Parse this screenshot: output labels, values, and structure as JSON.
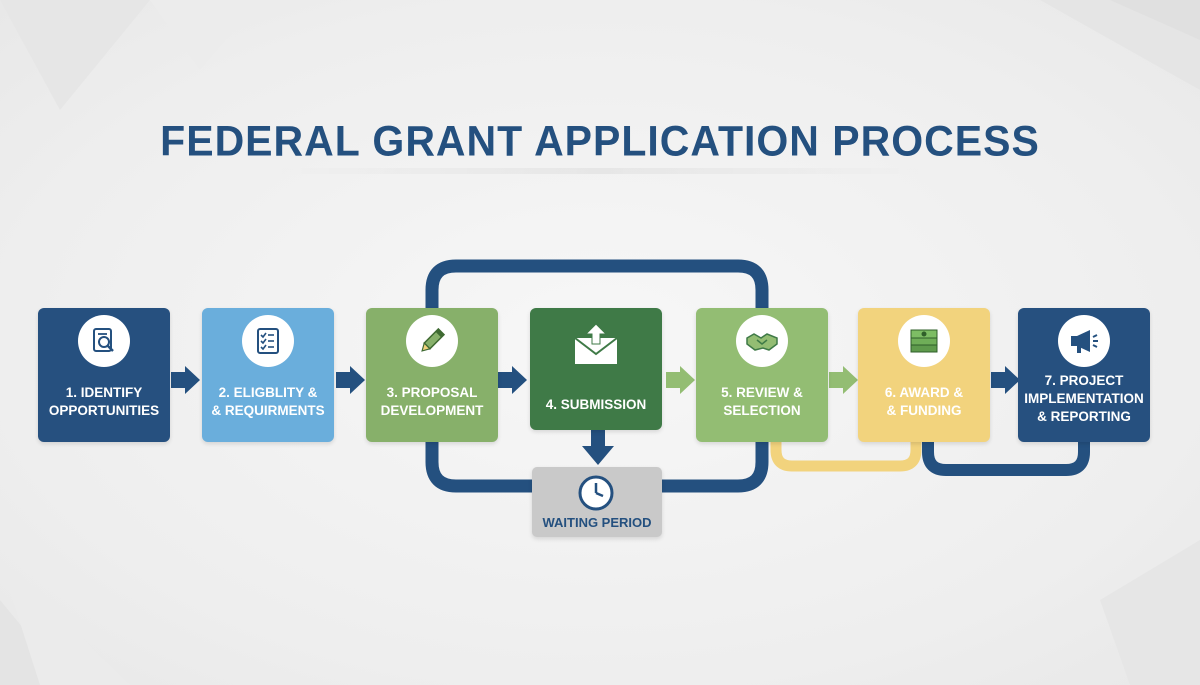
{
  "title": "FEDERAL GRANT APPLICATION PROCESS",
  "colors": {
    "navy": "#24507f",
    "light_blue": "#6aaedc",
    "light_green": "#87b06a",
    "dark_green": "#3f7a47",
    "pale_green": "#93bd73",
    "yellow": "#f2d37d",
    "gray": "#c9c9c9"
  },
  "steps": [
    {
      "label": "1. IDENTIFY\nOPPORTUNITIES",
      "icon": "document-search-icon",
      "color": "#26507f"
    },
    {
      "label": "2. ELIGBLITY &\n& REQUIRMENTS",
      "icon": "checklist-icon",
      "color": "#6aaedc"
    },
    {
      "label": "3. PROPOSAL\nDEVELOPMENT",
      "icon": "pencil-icon",
      "color": "#87b06a"
    },
    {
      "label": "4. SUBMISSION",
      "icon": "envelope-upload-icon",
      "color": "#3f7a47"
    },
    {
      "label": "5. REVIEW &\nSELECTION",
      "icon": "handshake-icon",
      "color": "#93bd73"
    },
    {
      "label": "6. AWARD &\n& FUNDING",
      "icon": "money-stack-icon",
      "color": "#f2d37d"
    },
    {
      "label": "7. PROJECT\nIMPLEMENTATION\n& REPORTING",
      "icon": "megaphone-icon",
      "color": "#26507f"
    }
  ],
  "waiting": {
    "label": "WAITING PERIOD",
    "icon": "clock-icon"
  }
}
